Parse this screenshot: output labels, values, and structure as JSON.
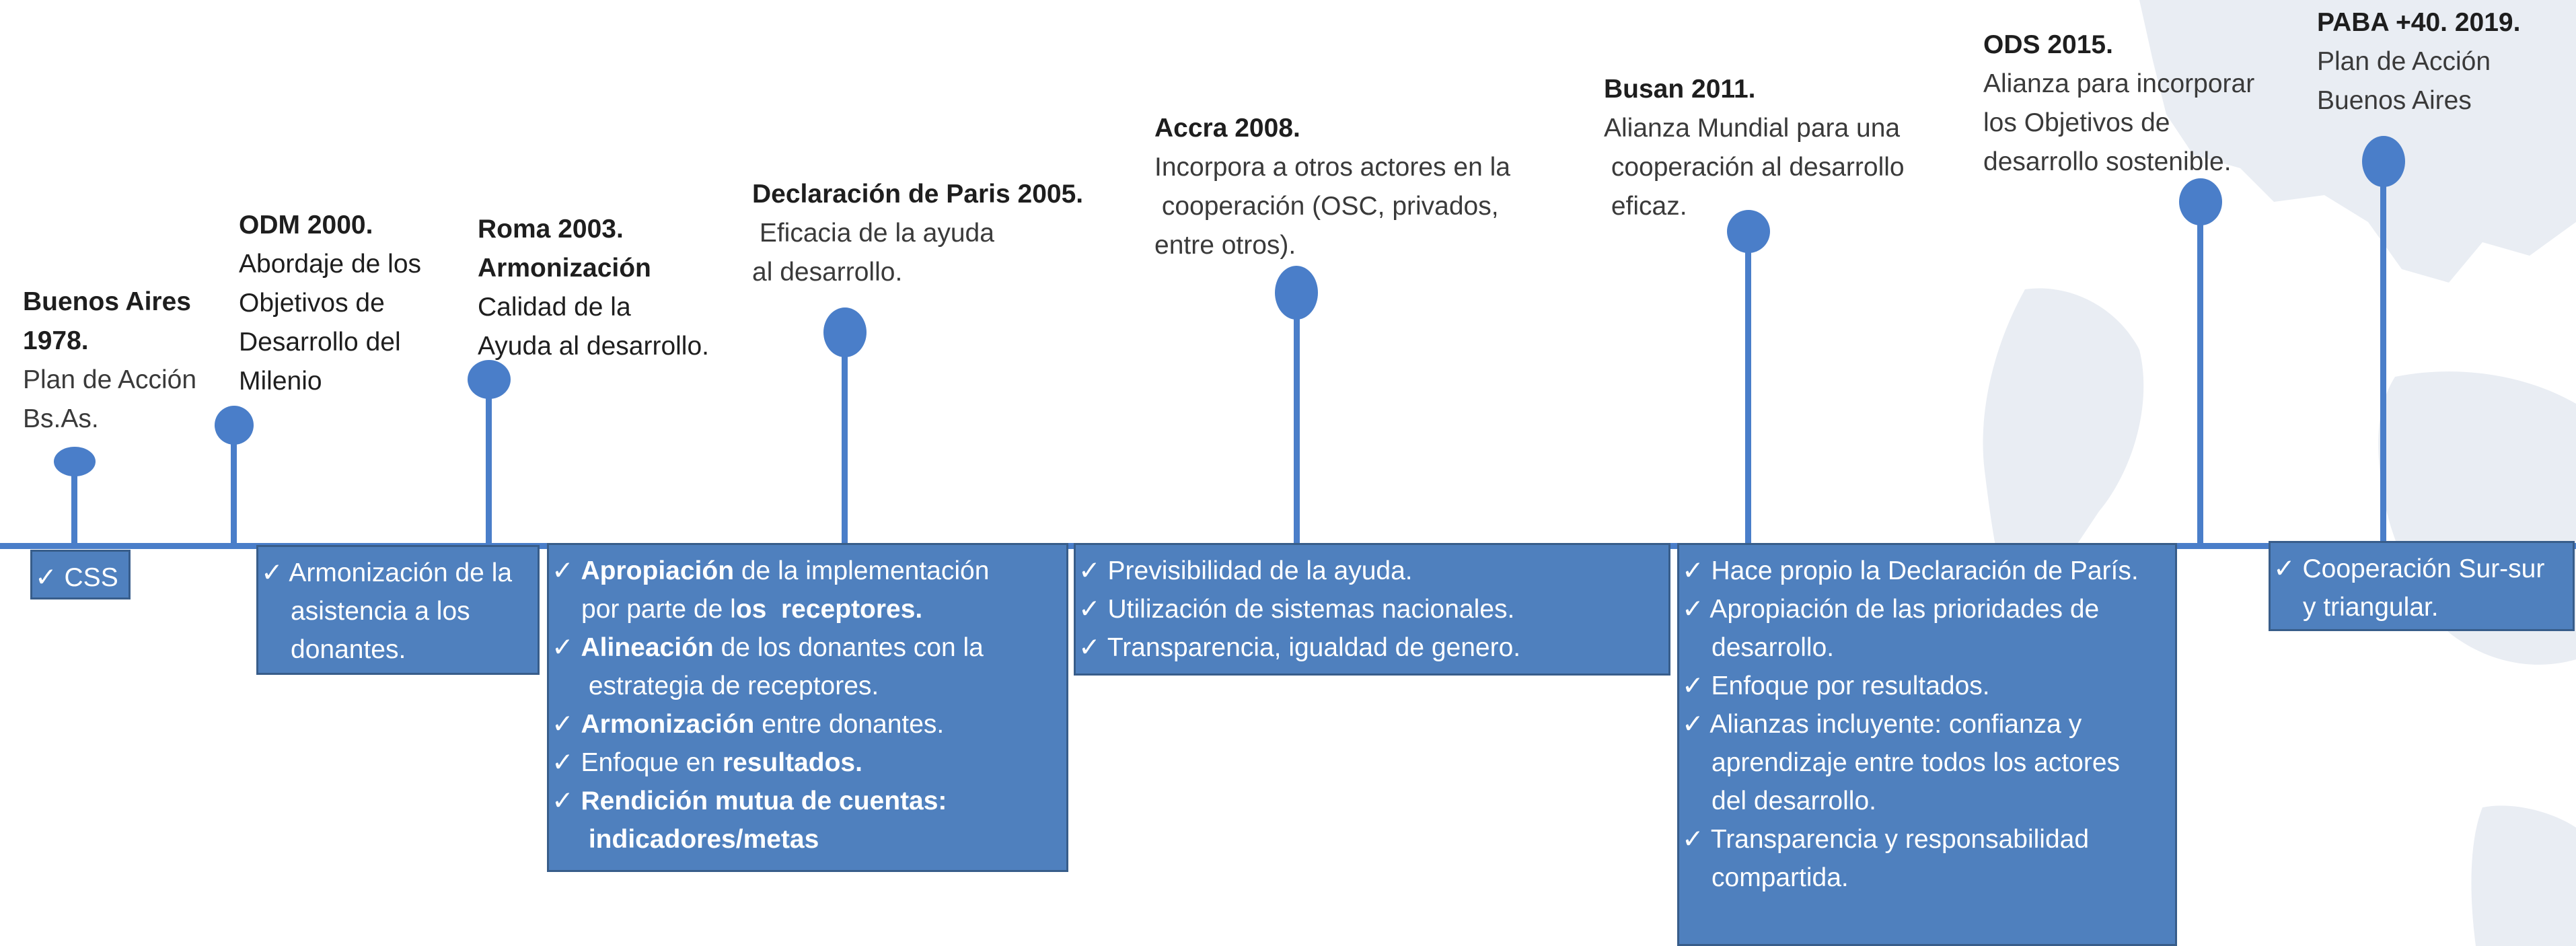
{
  "colors": {
    "line": "#4a7ec9",
    "box_fill": "#4f80be",
    "box_border": "#385d8a",
    "map": "#e9edf3"
  },
  "check_icon": "check-mark-icon",
  "milestones": [
    {
      "id": "ba1978",
      "title": "Buenos Aires\n1978.",
      "desc": "Plan de Acción\nBs.As."
    },
    {
      "id": "odm2000",
      "title": "ODM 2000.",
      "desc": "Abordaje de los\nObjetivos de\nDesarrollo del\nMilenio",
      "desc_dark": true
    },
    {
      "id": "roma2003",
      "title": "Roma 2003.\nArmonización",
      "desc": "Calidad de la\nAyuda al desarrollo.",
      "desc_dark": true
    },
    {
      "id": "paris2005",
      "title": "Declaración de Paris 2005.",
      "desc": " Eficacia de la ayuda\nal desarrollo."
    },
    {
      "id": "accra2008",
      "title": "Accra 2008.",
      "desc": "Incorpora a otros actores en la\n cooperación (OSC, privados,\nentre otros)."
    },
    {
      "id": "busan2011",
      "title": "Busan 2011.",
      "desc": "Alianza Mundial para una\n cooperación al desarrollo\n eficaz."
    },
    {
      "id": "ods2015",
      "title": "ODS 2015.",
      "desc": "Alianza para incorporar\nlos Objetivos de\ndesarrollo sostenible."
    },
    {
      "id": "paba2019",
      "title": "PABA +40. 2019.",
      "desc": "Plan de Acción\nBuenos Aires"
    }
  ],
  "boxes": [
    {
      "id": "css",
      "items": [
        {
          "segments": [
            {
              "text": "CSS"
            }
          ]
        }
      ]
    },
    {
      "id": "armonizacion",
      "items": [
        {
          "segments": [
            {
              "text": "Armonización de la"
            }
          ]
        },
        {
          "segments": [
            {
              "text": "asistencia a los"
            }
          ],
          "cont": true
        },
        {
          "segments": [
            {
              "text": "donantes."
            }
          ],
          "cont": true
        }
      ]
    },
    {
      "id": "paris",
      "items": [
        {
          "segments": [
            {
              "text": "Apropiación",
              "bold": true
            },
            {
              "text": " de la implementación"
            }
          ]
        },
        {
          "segments": [
            {
              "text": "por parte de l"
            },
            {
              "text": "os  receptores.",
              "bold": true
            }
          ],
          "cont": true
        },
        {
          "segments": [
            {
              "text": "Alineación",
              "bold": true
            },
            {
              "text": " de los donantes con la"
            }
          ]
        },
        {
          "segments": [
            {
              "text": " estrategia de receptores."
            }
          ],
          "cont": true
        },
        {
          "segments": [
            {
              "text": "Armonización",
              "bold": true
            },
            {
              "text": " entre donantes."
            }
          ]
        },
        {
          "segments": [
            {
              "text": "Enfoque en "
            },
            {
              "text": "resultados.",
              "bold": true
            }
          ]
        },
        {
          "segments": [
            {
              "text": "Rendición mutua de cuentas:",
              "bold": true
            }
          ]
        },
        {
          "segments": [
            {
              "text": " indicadores/metas",
              "bold": true
            }
          ],
          "cont": true
        }
      ]
    },
    {
      "id": "accra",
      "items": [
        {
          "segments": [
            {
              "text": "Previsibilidad de la ayuda."
            }
          ]
        },
        {
          "segments": [
            {
              "text": "Utilización de sistemas nacionales."
            }
          ]
        },
        {
          "segments": [
            {
              "text": "Transparencia, igualdad de genero."
            }
          ]
        }
      ]
    },
    {
      "id": "busan",
      "items": [
        {
          "segments": [
            {
              "text": "Hace propio la Declaración de París."
            }
          ]
        },
        {
          "segments": [
            {
              "text": "Apropiación de las prioridades de"
            }
          ]
        },
        {
          "segments": [
            {
              "text": "desarrollo."
            }
          ],
          "cont": true
        },
        {
          "segments": [
            {
              "text": "Enfoque por resultados."
            }
          ]
        },
        {
          "segments": [
            {
              "text": "Alianzas incluyente: confianza y"
            }
          ]
        },
        {
          "segments": [
            {
              "text": "aprendizaje entre todos los actores"
            }
          ],
          "cont": true
        },
        {
          "segments": [
            {
              "text": "del desarrollo."
            }
          ],
          "cont": true
        },
        {
          "segments": [
            {
              "text": "Transparencia y responsabilidad"
            }
          ]
        },
        {
          "segments": [
            {
              "text": "compartida."
            }
          ],
          "cont": true
        }
      ]
    },
    {
      "id": "sursur",
      "items": [
        {
          "segments": [
            {
              "text": "Cooperación Sur-sur"
            }
          ]
        },
        {
          "segments": [
            {
              "text": "y triangular."
            }
          ],
          "cont": true
        }
      ]
    }
  ]
}
